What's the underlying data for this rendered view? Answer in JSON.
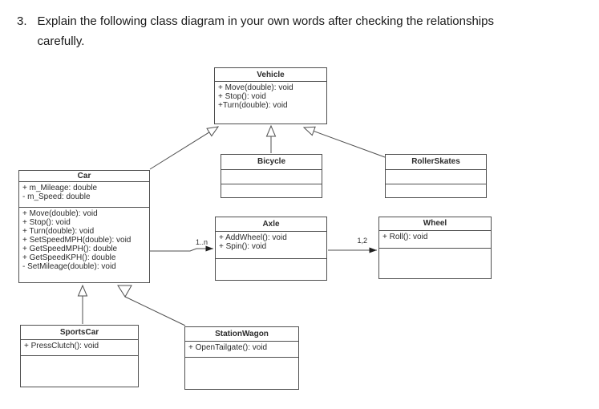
{
  "question": {
    "number": "3.",
    "line1": "Explain the following class diagram in your own words after checking the relationships",
    "line2": "carefully."
  },
  "diagram": {
    "classes": {
      "vehicle": {
        "name": "Vehicle",
        "methods": [
          "+ Move(double): void",
          "+ Stop(): void",
          "+Turn(double): void"
        ]
      },
      "car": {
        "name": "Car",
        "attributes": [
          "+ m_Mileage: double",
          "- m_Speed: double"
        ],
        "methods": [
          "+ Move(double): void",
          "+ Stop(): void",
          "+ Turn(double): void",
          "+ SetSpeedMPH(double): void",
          "+ GetSpeedMPH(): double",
          "+ GetSpeedKPH(): double",
          "- SetMileage(double): void"
        ]
      },
      "bicycle": {
        "name": "Bicycle",
        "attributes": [],
        "methods": []
      },
      "rollerskates": {
        "name": "RollerSkates",
        "attributes": [],
        "methods": []
      },
      "axle": {
        "name": "Axle",
        "methods": [
          "+ AddWheel(): void",
          "+ Spin(): void"
        ]
      },
      "wheel": {
        "name": "Wheel",
        "methods": [
          "+ Roll(): void"
        ]
      },
      "sportscar": {
        "name": "SportsCar",
        "methods": [
          "+ PressClutch(): void"
        ]
      },
      "stationwagon": {
        "name": "StationWagon",
        "methods": [
          "+ OpenTailgate(): void"
        ]
      }
    },
    "multiplicities": {
      "car_axle": "1..n",
      "axle_wheel": "1,2"
    },
    "colors": {
      "line": "#4f4f4f",
      "text": "#2b2b2b",
      "background": "#ffffff"
    }
  }
}
